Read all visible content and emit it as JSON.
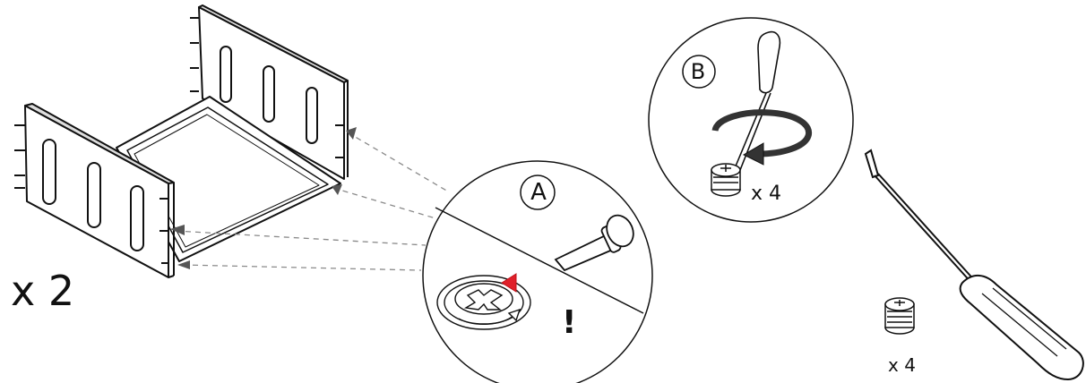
{
  "labels": {
    "main_quantity": "x 2",
    "detail_a_tag": "A",
    "detail_b_tag": "B",
    "detail_b_quantity": "x 4",
    "loose_quantity": "x 4",
    "caution_mark": "!"
  },
  "colors": {
    "line": "#111111",
    "dash": "#8a8a8a",
    "accent": "#e0202a",
    "arrow": "#555555"
  },
  "icons": [
    "drawer-frame",
    "cam-lock",
    "screwdriver",
    "rotation-arrow"
  ]
}
